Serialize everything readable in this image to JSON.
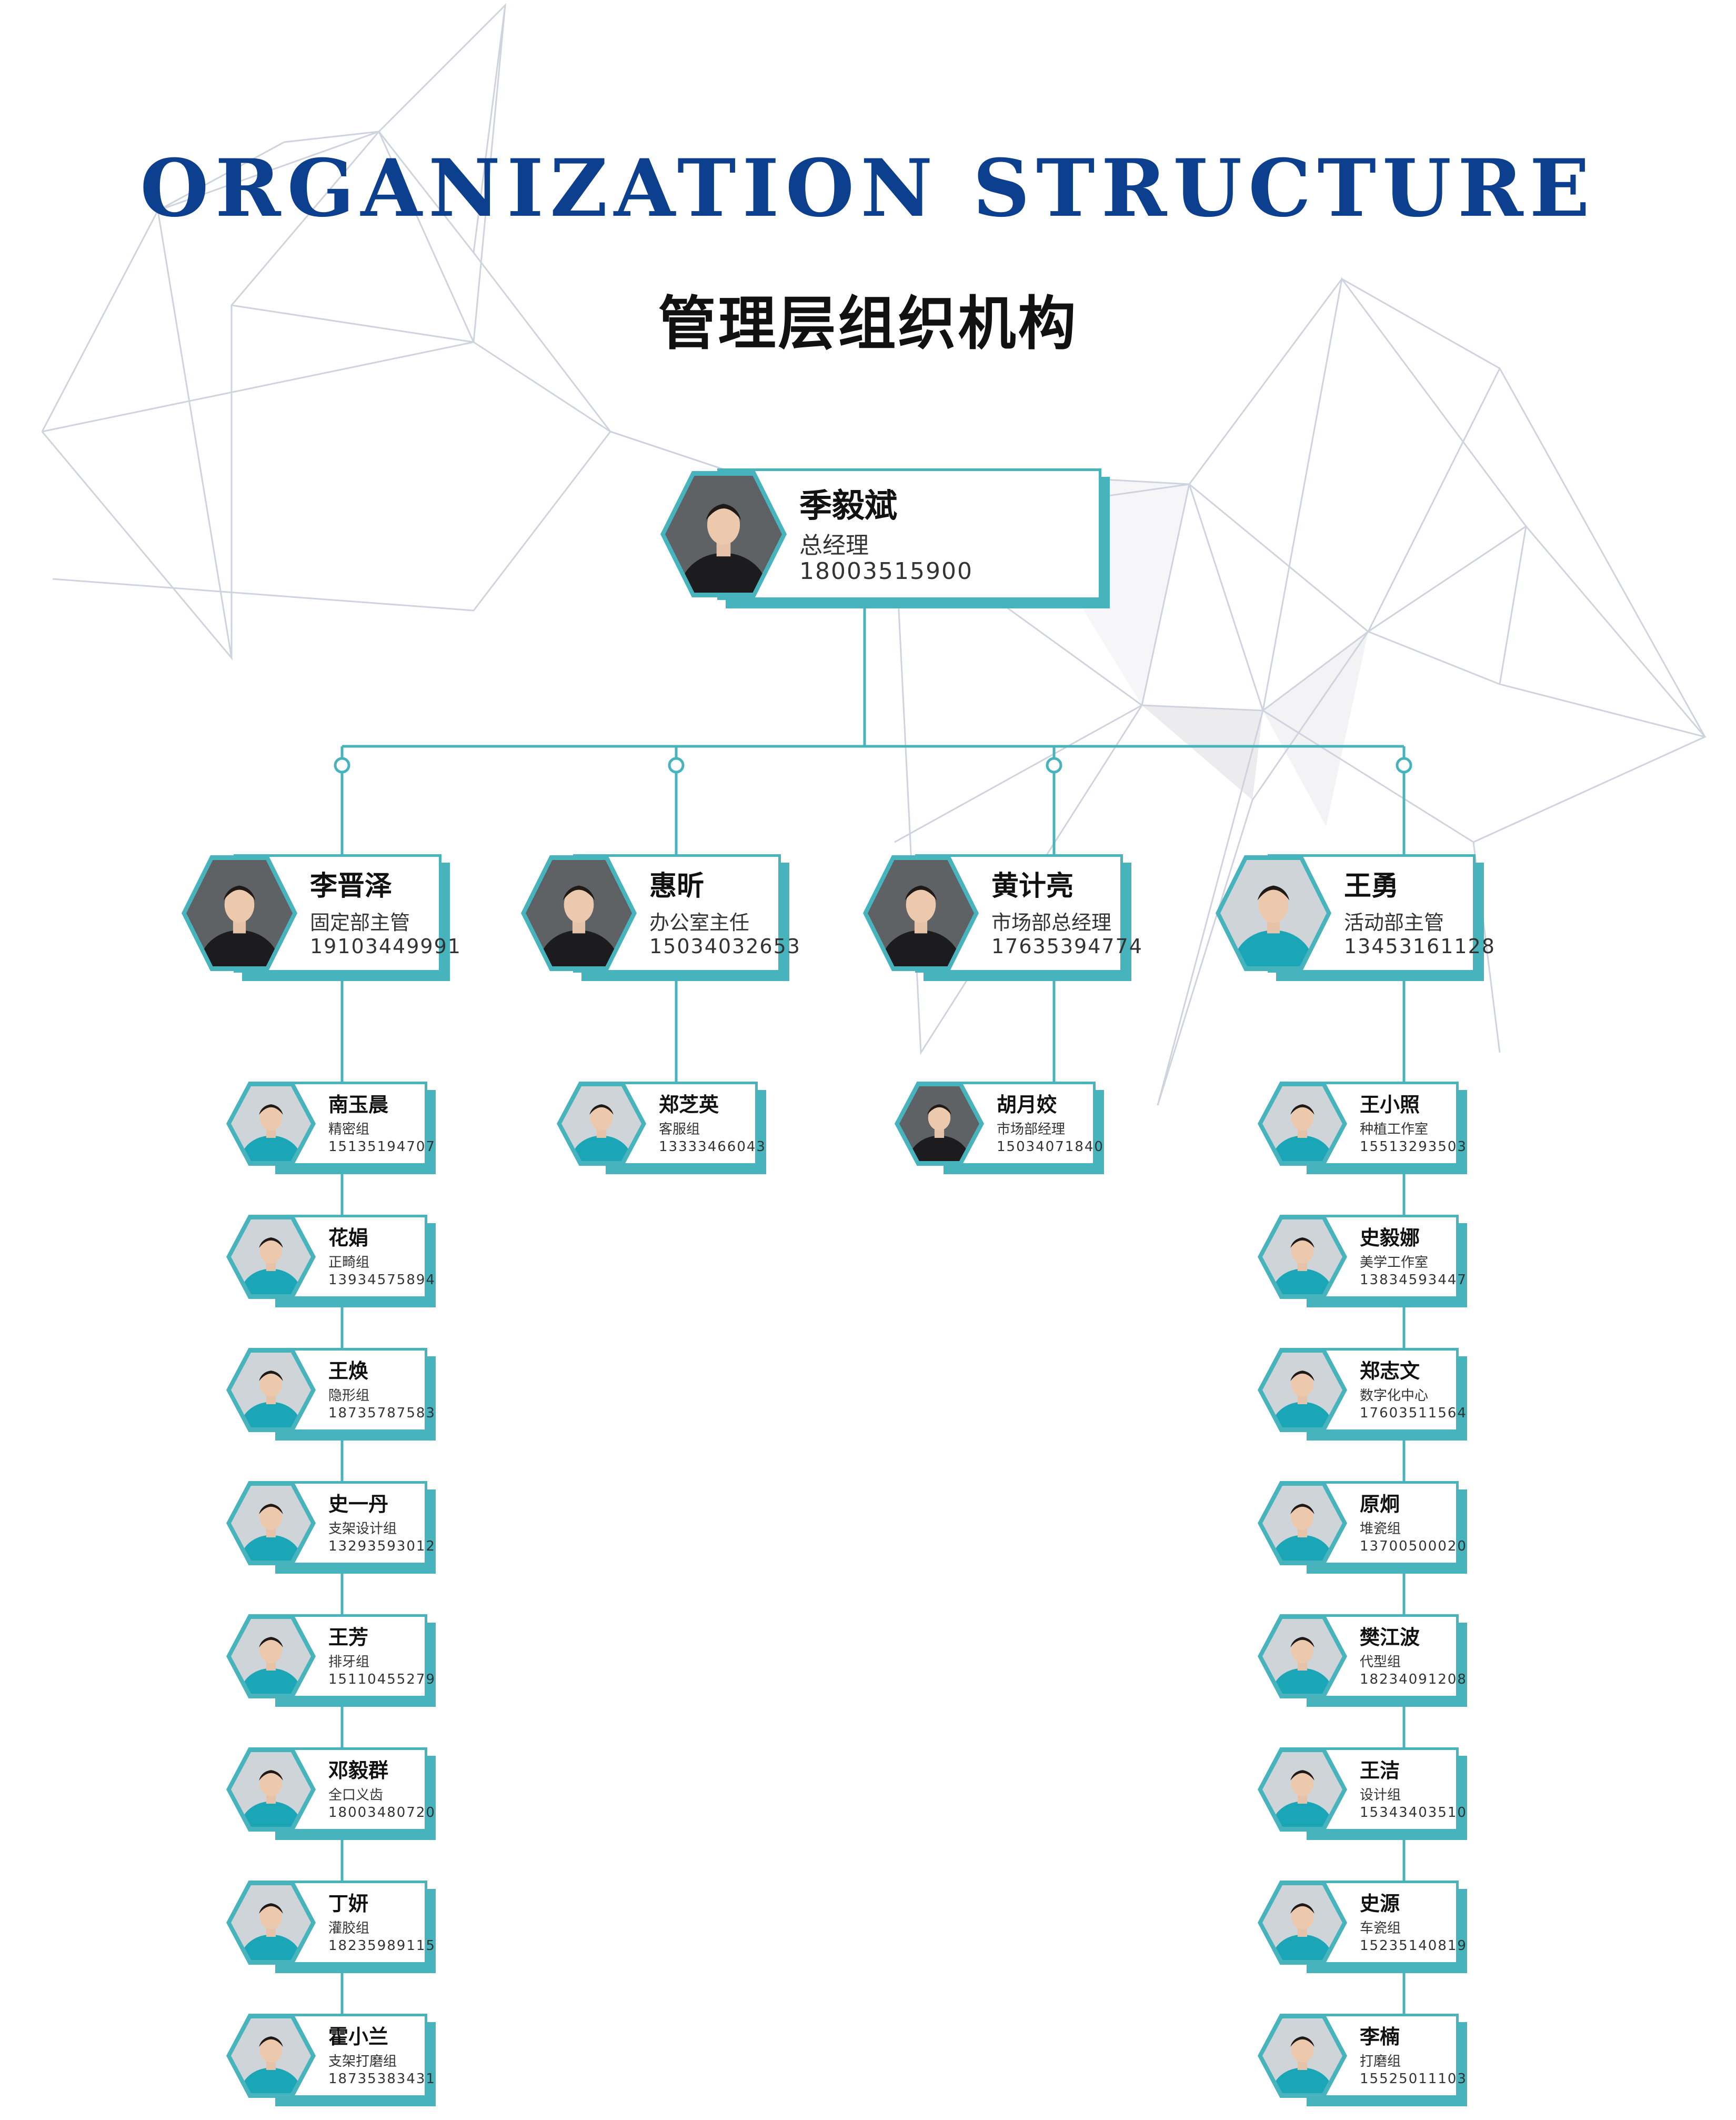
{
  "header": {
    "title_en": "ORGANIZATION STRUCTURE",
    "title_cn": "管理层组织机构"
  },
  "colors": {
    "accent": "#46b3bd",
    "title": "#0d3f8f"
  },
  "top": {
    "name": "季毅斌",
    "role": "总经理",
    "phone": "18003515900"
  },
  "managers": [
    {
      "name": "李晋泽",
      "role": "固定部主管",
      "phone": "19103449991",
      "attire": "dark"
    },
    {
      "name": "惠昕",
      "role": "办公室主任",
      "phone": "15034032653",
      "attire": "dark"
    },
    {
      "name": "黄计亮",
      "role": "市场部总经理",
      "phone": "17635394774",
      "attire": "dark"
    },
    {
      "name": "王勇",
      "role": "活动部主管",
      "phone": "13453161128",
      "attire": "teal"
    }
  ],
  "columns": [
    [
      {
        "name": "南玉晨",
        "role": "精密组",
        "phone": "15135194707",
        "attire": "teal"
      },
      {
        "name": "花娟",
        "role": "正畸组",
        "phone": "13934575894",
        "attire": "teal"
      },
      {
        "name": "王焕",
        "role": "隐形组",
        "phone": "18735787583",
        "attire": "teal"
      },
      {
        "name": "史一丹",
        "role": "支架设计组",
        "phone": "13293593012",
        "attire": "teal"
      },
      {
        "name": "王芳",
        "role": "排牙组",
        "phone": "15110455279",
        "attire": "teal"
      },
      {
        "name": "邓毅群",
        "role": "全口义齿",
        "phone": "18003480720",
        "attire": "teal"
      },
      {
        "name": "丁妍",
        "role": "灌胶组",
        "phone": "18235989115",
        "attire": "teal"
      },
      {
        "name": "霍小兰",
        "role": "支架打磨组",
        "phone": "18735383431",
        "attire": "teal"
      }
    ],
    [
      {
        "name": "郑芝英",
        "role": "客服组",
        "phone": "13333466043",
        "attire": "teal"
      }
    ],
    [
      {
        "name": "胡月姣",
        "role": "市场部经理",
        "phone": "15034071840",
        "attire": "dark"
      }
    ],
    [
      {
        "name": "王小照",
        "role": "种植工作室",
        "phone": "15513293503",
        "attire": "teal"
      },
      {
        "name": "史毅娜",
        "role": "美学工作室",
        "phone": "13834593447",
        "attire": "teal"
      },
      {
        "name": "郑志文",
        "role": "数字化中心",
        "phone": "17603511564",
        "attire": "teal"
      },
      {
        "name": "原炯",
        "role": "堆瓷组",
        "phone": "13700500020",
        "attire": "teal"
      },
      {
        "name": "樊江波",
        "role": "代型组",
        "phone": "18234091208",
        "attire": "teal"
      },
      {
        "name": "王洁",
        "role": "设计组",
        "phone": "15343403510",
        "attire": "teal"
      },
      {
        "name": "史源",
        "role": "车瓷组",
        "phone": "15235140819",
        "attire": "teal"
      },
      {
        "name": "李楠",
        "role": "打磨组",
        "phone": "15525011103",
        "attire": "teal"
      }
    ]
  ]
}
